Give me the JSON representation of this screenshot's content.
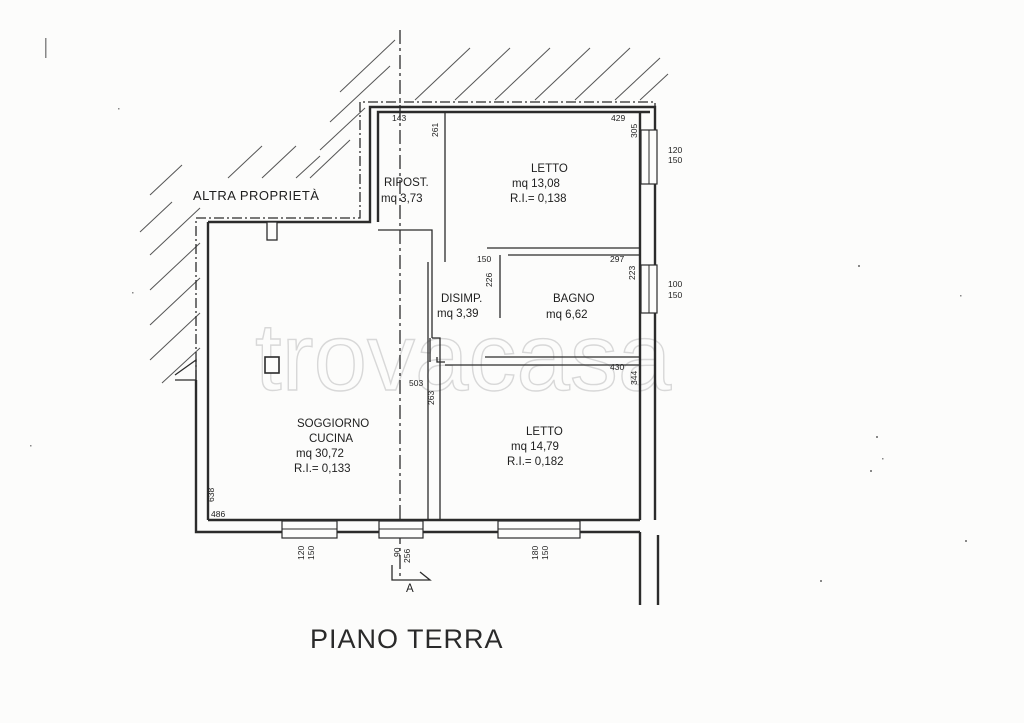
{
  "plan": {
    "title": "PIANO TERRA",
    "neighbour_label": "ALTRA PROPRIETÀ",
    "watermark": "trovacasa",
    "section_marker": "A"
  },
  "rooms": [
    {
      "name": "LETTO",
      "area": "mq 13,08",
      "ri": "R.I.= 0,138"
    },
    {
      "name": "RIPOST.",
      "area": "mq 3,73"
    },
    {
      "name": "DISIMP.",
      "area": "mq 3,39"
    },
    {
      "name": "BAGNO",
      "area": "mq 6,62"
    },
    {
      "name": "LETTO",
      "area": "mq 14,79",
      "ri": "R.I.= 0,182"
    },
    {
      "name_line1": "SOGGIORNO",
      "name_line2": "CUCINA",
      "area": "mq 30,72",
      "ri": "R.I.= 0,133"
    }
  ],
  "dimensions": {
    "ripost_w": "143",
    "ripost_h": "261",
    "letto1_w": "429",
    "letto1_h": "305",
    "win_letto1_w": "120",
    "win_letto1_h": "150",
    "disimp_w": "150",
    "disimp_h": "226",
    "bagno_w": "297",
    "bagno_h": "223",
    "win_bagno_w": "100",
    "win_bagno_h": "150",
    "letto2_w": "430",
    "letto2_h": "344",
    "sog_w": "503",
    "sog_h": "263",
    "kitchen_w": "486",
    "kitchen_h": "638",
    "win_sog_w": "120",
    "win_sog_h": "150",
    "door_w": "90",
    "door_h": "256",
    "win_letto2_w": "180",
    "win_letto2_h": "150"
  }
}
